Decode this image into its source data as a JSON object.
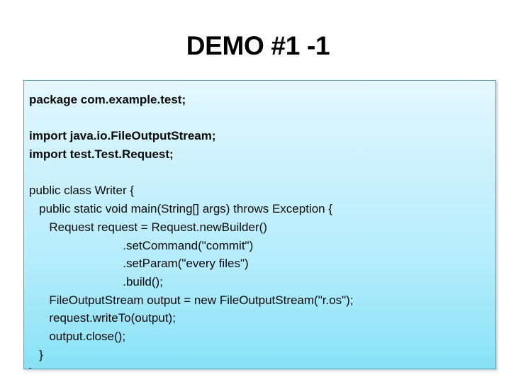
{
  "slide": {
    "title": "DEMO #1 -1"
  },
  "code_panel": {
    "language": "java",
    "border_color": "#57a4b9",
    "gradient_top_color": "#e8f9fe",
    "gradient_bottom_color": "#88e2f6",
    "text_color": "#0a0a0a",
    "lines": [
      {
        "text": "package com.example.test;",
        "bold": true
      },
      {
        "text": "",
        "bold": false
      },
      {
        "text": "import java.io.FileOutputStream;",
        "bold": true
      },
      {
        "text": "import test.Test.Request;",
        "bold": true
      },
      {
        "text": "",
        "bold": false
      },
      {
        "text": "public class Writer {",
        "bold": false
      },
      {
        "text": "   public static void main(String[] args) throws Exception {",
        "bold": false
      },
      {
        "text": "      Request request = Request.newBuilder()",
        "bold": false
      },
      {
        "text": "                            .setCommand(\"commit\")",
        "bold": false
      },
      {
        "text": "                            .setParam(\"every files\")",
        "bold": false
      },
      {
        "text": "                            .build();",
        "bold": false
      },
      {
        "text": "      FileOutputStream output = new FileOutputStream(\"r.os\");",
        "bold": false
      },
      {
        "text": "      request.writeTo(output);",
        "bold": false
      },
      {
        "text": "      output.close();",
        "bold": false
      },
      {
        "text": "   }",
        "bold": false
      },
      {
        "text": "}",
        "bold": false
      }
    ]
  }
}
